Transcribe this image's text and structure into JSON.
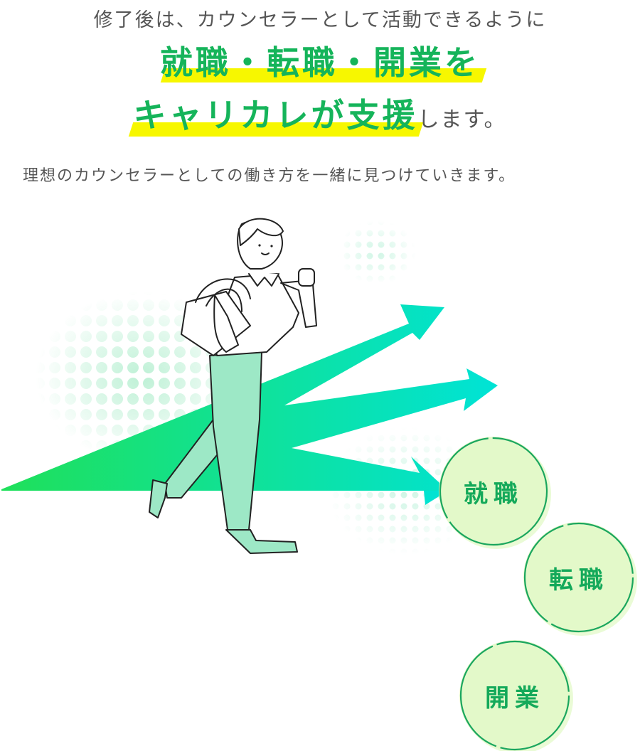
{
  "header": {
    "lead_text": "修了後は、カウンセラーとして活動できるように",
    "headline_line1": "就職・転職・開業を",
    "headline_line2_highlight": "キャリカレが支援",
    "headline_line2_tail": "します。",
    "subtext": "理想のカウンセラーとしての働き方を一緒に見つけていきます。"
  },
  "illustration": {
    "figure": "walking-woman-with-bag-icon",
    "arrows": 3,
    "options": [
      {
        "label": "就職"
      },
      {
        "label": "転職"
      },
      {
        "label": "開業"
      }
    ]
  },
  "colors": {
    "headline_green": "#15b45a",
    "highlight_yellow": "#f7f700",
    "body_gray": "#555555",
    "circle_fill": "#e3f9c9",
    "circle_stroke": "#1aa65e",
    "arrow_start": "#1fe05a",
    "arrow_end": "#00e3d6",
    "pants": "#9de8c6"
  }
}
